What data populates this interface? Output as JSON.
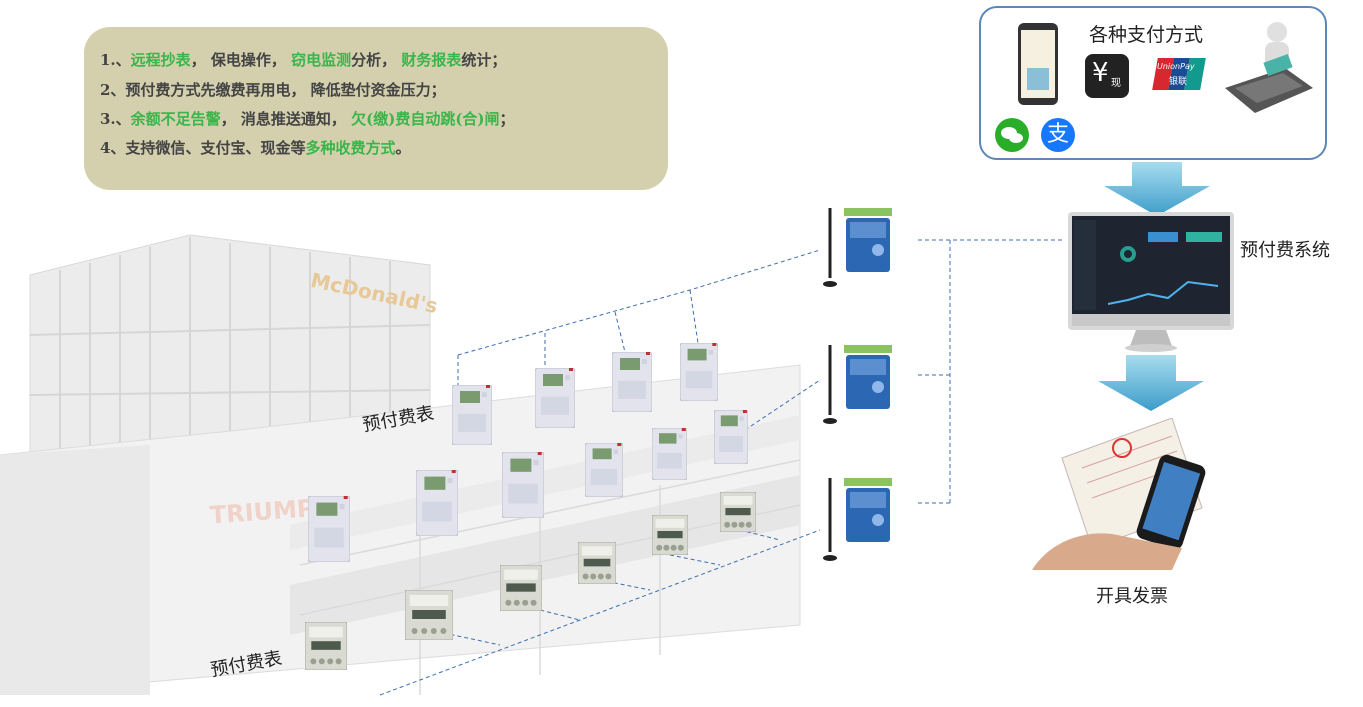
{
  "features": [
    {
      "parts": [
        {
          "t": "1.、",
          "h": false
        },
        {
          "t": "远程抄表",
          "h": true
        },
        {
          "t": "，  保电操作，  ",
          "h": false
        },
        {
          "t": "窃电监测",
          "h": true
        },
        {
          "t": "分析，  ",
          "h": false
        },
        {
          "t": "财务报表",
          "h": true
        },
        {
          "t": "统计；",
          "h": false
        }
      ]
    },
    {
      "parts": [
        {
          "t": "2、预付费方式先缴费再用电，  降低垫付资金压力；",
          "h": false
        }
      ]
    },
    {
      "parts": [
        {
          "t": "3.、",
          "h": false
        },
        {
          "t": "余额不足告警",
          "h": true
        },
        {
          "t": "，  消息推送通知，  ",
          "h": false
        },
        {
          "t": "欠(缴)费自动跳(合)闸",
          "h": true
        },
        {
          "t": "；",
          "h": false
        }
      ]
    },
    {
      "parts": [
        {
          "t": "4、支持微信、支付宝、现金等",
          "h": false
        },
        {
          "t": "多种收费方式",
          "h": true
        },
        {
          "t": "。",
          "h": false
        }
      ]
    }
  ],
  "labels": {
    "meter_upper": "预付费表",
    "meter_lower": "预付费表",
    "payment_title": "各种支付方式",
    "system": "预付费系统",
    "invoice": "开具发票"
  },
  "signage": {
    "mcdonalds": "McDonald's",
    "triumph": "TRIUMPH"
  },
  "payment_icons": {
    "phone": "mini-program-phone-icon",
    "cash": "cash-yen-icon",
    "cash_mark": "¥",
    "cash_sub": "现",
    "unionpay": "unionpay-icon",
    "unionpay_text": "UnionPay",
    "unionpay_cn": "银联",
    "wechat": "wechat-pay-icon",
    "alipay": "alipay-icon",
    "alipay_char": "支",
    "pos": "pos-terminal-icon"
  },
  "colors": {
    "box_bg": "#d4d0ae",
    "highlight": "#3ab54a",
    "arrow": "#4aa3cf",
    "panel_border": "#5c87b8",
    "dash": "#3d6fb0"
  }
}
